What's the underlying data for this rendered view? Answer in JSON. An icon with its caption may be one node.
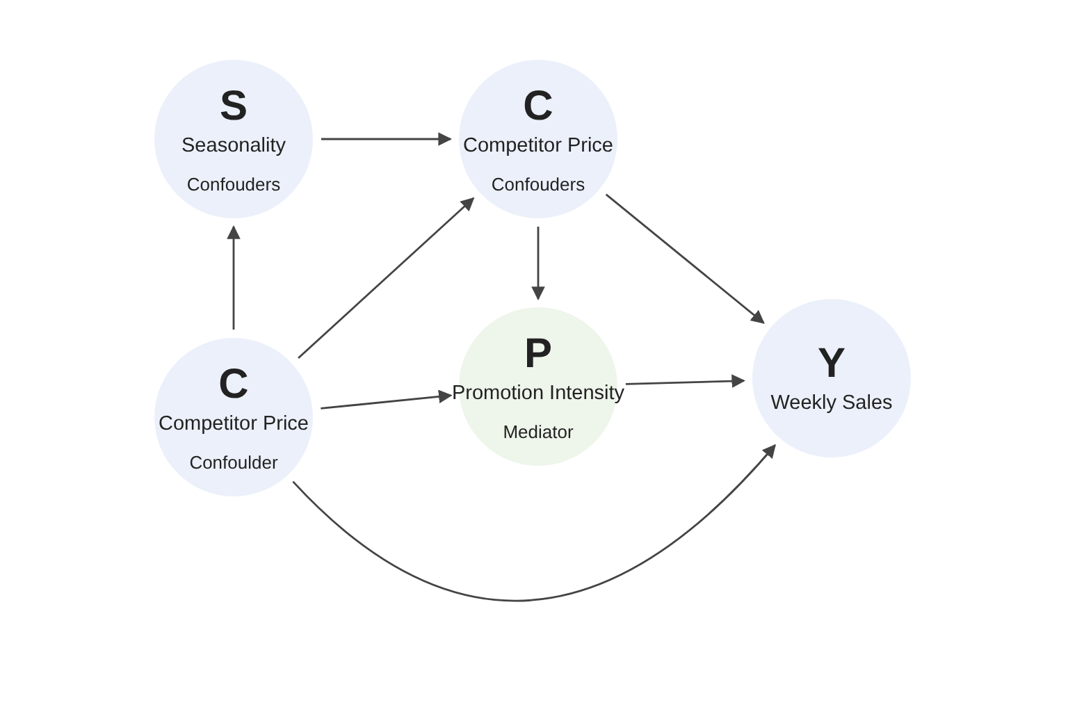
{
  "diagram": {
    "nodes": [
      {
        "text": [
          "S",
          "Seasonality",
          "Confouders"
        ]
      },
      {
        "text": [
          "C",
          "Competitor Price",
          "Confouders"
        ]
      },
      {
        "text": [
          "C",
          "Competitor Price",
          "Confoulder"
        ]
      },
      {
        "text": [
          "P",
          "Promotion Intensity",
          "Mediator"
        ]
      },
      {
        "text": [
          "Y",
          "Weekly Sales"
        ]
      }
    ],
    "edges": [
      {
        "from": 0,
        "to": 1,
        "arrow": "to"
      },
      {
        "from": 2,
        "to": 0,
        "arrow": "to"
      },
      {
        "from": 2,
        "to": 1,
        "arrow": "to"
      },
      {
        "from": 2,
        "to": 3,
        "arrow": "to"
      },
      {
        "from": 1,
        "to": 3,
        "arrow": "to"
      },
      {
        "from": 1,
        "to": 4,
        "arrow": "to"
      },
      {
        "from": 3,
        "to": 4,
        "arrow": "to"
      },
      {
        "from": 2,
        "to": 4,
        "arrow": "to"
      }
    ]
  }
}
